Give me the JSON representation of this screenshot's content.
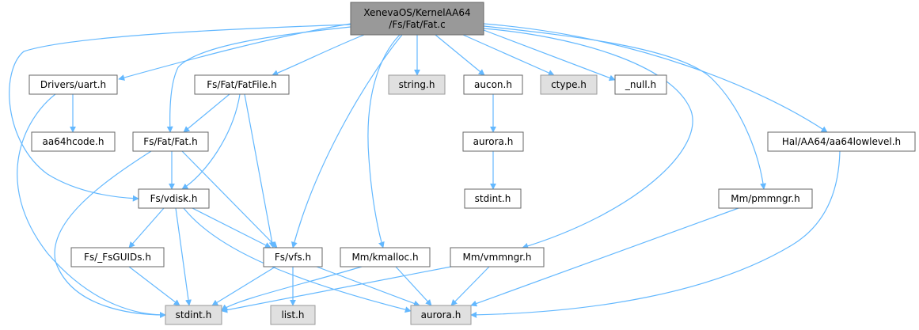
{
  "diagram": {
    "type": "include-dependency-graph",
    "colors": {
      "edge": "#63b8ff",
      "node_border": "#666666",
      "root_fill": "#999999",
      "root_border": "#666666",
      "system_fill": "#e0e0e0",
      "system_border": "#999999",
      "normal_fill": "#ffffff"
    },
    "nodes": [
      {
        "id": "root",
        "label": "XenevaOS/KernelAA64\n/Fs/Fat/Fat.c",
        "kind": "root"
      },
      {
        "id": "uart",
        "label": "Drivers/uart.h",
        "kind": "normal"
      },
      {
        "id": "fatfile",
        "label": "Fs/Fat/FatFile.h",
        "kind": "normal"
      },
      {
        "id": "string",
        "label": "string.h",
        "kind": "system"
      },
      {
        "id": "aucon",
        "label": "aucon.h",
        "kind": "normal"
      },
      {
        "id": "ctype",
        "label": "ctype.h",
        "kind": "system"
      },
      {
        "id": "null",
        "label": "_null.h",
        "kind": "normal"
      },
      {
        "id": "aa64hcode",
        "label": "aa64hcode.h",
        "kind": "normal"
      },
      {
        "id": "fath",
        "label": "Fs/Fat/Fat.h",
        "kind": "normal"
      },
      {
        "id": "aurora2",
        "label": "aurora.h",
        "kind": "normal"
      },
      {
        "id": "hal",
        "label": "Hal/AA64/aa64lowlevel.h",
        "kind": "normal"
      },
      {
        "id": "vdisk",
        "label": "Fs/vdisk.h",
        "kind": "normal"
      },
      {
        "id": "stdint2",
        "label": "stdint.h",
        "kind": "normal"
      },
      {
        "id": "pmm",
        "label": "Mm/pmmngr.h",
        "kind": "normal"
      },
      {
        "id": "guids",
        "label": "Fs/_FsGUIDs.h",
        "kind": "normal"
      },
      {
        "id": "vfs",
        "label": "Fs/vfs.h",
        "kind": "normal"
      },
      {
        "id": "kmalloc",
        "label": "Mm/kmalloc.h",
        "kind": "normal"
      },
      {
        "id": "vmm",
        "label": "Mm/vmmngr.h",
        "kind": "normal"
      },
      {
        "id": "stdint",
        "label": "stdint.h",
        "kind": "system"
      },
      {
        "id": "list",
        "label": "list.h",
        "kind": "system"
      },
      {
        "id": "aurora",
        "label": "aurora.h",
        "kind": "system"
      }
    ],
    "edges": [
      {
        "from": "root",
        "to": "uart"
      },
      {
        "from": "root",
        "to": "fatfile"
      },
      {
        "from": "root",
        "to": "fath"
      },
      {
        "from": "root",
        "to": "vdisk"
      },
      {
        "from": "root",
        "to": "vfs"
      },
      {
        "from": "root",
        "to": "kmalloc"
      },
      {
        "from": "root",
        "to": "string"
      },
      {
        "from": "root",
        "to": "aucon"
      },
      {
        "from": "root",
        "to": "ctype"
      },
      {
        "from": "root",
        "to": "null"
      },
      {
        "from": "root",
        "to": "vmm"
      },
      {
        "from": "root",
        "to": "pmm"
      },
      {
        "from": "root",
        "to": "hal"
      },
      {
        "from": "uart",
        "to": "aa64hcode"
      },
      {
        "from": "uart",
        "to": "stdint"
      },
      {
        "from": "fatfile",
        "to": "fath"
      },
      {
        "from": "fatfile",
        "to": "vdisk"
      },
      {
        "from": "fatfile",
        "to": "vfs"
      },
      {
        "from": "fath",
        "to": "vdisk"
      },
      {
        "from": "fath",
        "to": "vfs"
      },
      {
        "from": "fath",
        "to": "stdint"
      },
      {
        "from": "aucon",
        "to": "aurora2"
      },
      {
        "from": "aurora2",
        "to": "stdint2"
      },
      {
        "from": "vdisk",
        "to": "guids"
      },
      {
        "from": "vdisk",
        "to": "stdint"
      },
      {
        "from": "vdisk",
        "to": "vfs"
      },
      {
        "from": "vdisk",
        "to": "aurora"
      },
      {
        "from": "guids",
        "to": "stdint"
      },
      {
        "from": "vfs",
        "to": "stdint"
      },
      {
        "from": "vfs",
        "to": "list"
      },
      {
        "from": "vfs",
        "to": "aurora"
      },
      {
        "from": "kmalloc",
        "to": "stdint"
      },
      {
        "from": "kmalloc",
        "to": "aurora"
      },
      {
        "from": "vmm",
        "to": "stdint"
      },
      {
        "from": "vmm",
        "to": "aurora"
      },
      {
        "from": "pmm",
        "to": "aurora"
      },
      {
        "from": "hal",
        "to": "aurora"
      }
    ]
  }
}
